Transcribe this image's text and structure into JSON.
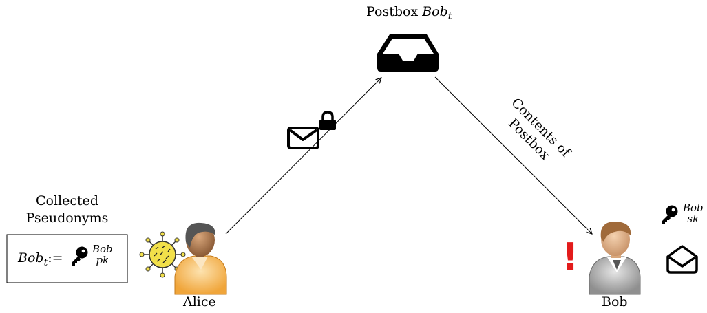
{
  "postbox": {
    "label": "Postbox",
    "var": "Bob",
    "sub": "t"
  },
  "edge_label": {
    "line1": "Contents of",
    "line2": "Postbox"
  },
  "collected": {
    "title_line1": "Collected",
    "title_line2": "Pseudonyms",
    "var": "Bob",
    "sub": "t",
    "assign": ":=",
    "key_sup": "Bob",
    "key_sub": "pk"
  },
  "alice": {
    "name": "Alice"
  },
  "bob": {
    "name": "Bob",
    "alert": "!",
    "key_sup": "Bob",
    "key_sub": "sk"
  },
  "icons": [
    "inbox-tray-icon",
    "envelope-icon",
    "padlock-icon",
    "key-icon",
    "virus-icon",
    "person-icon",
    "open-envelope-icon",
    "exclamation-icon"
  ],
  "colors": {
    "alert": "#e31b1b",
    "virus": "#f2e04a",
    "alice_shirt": "#f5b24a",
    "bob_shirt": "#a9a9a9",
    "skin": "#c79a6e"
  }
}
